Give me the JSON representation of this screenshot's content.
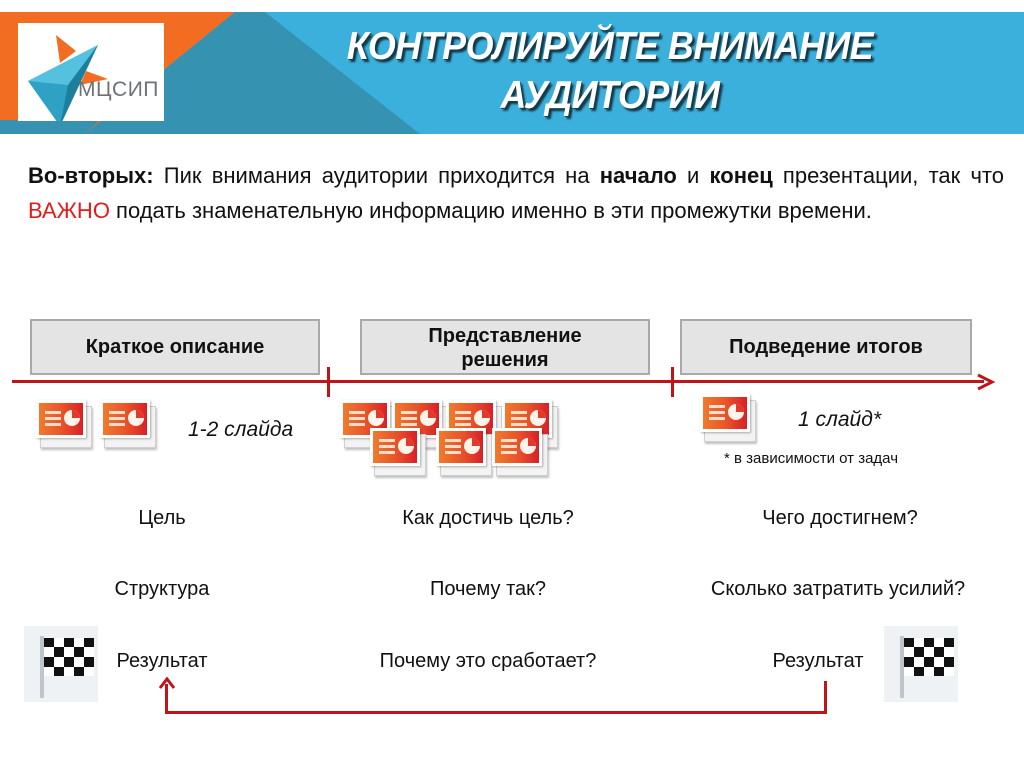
{
  "header": {
    "logo_text": "МЦСИП",
    "title_line1": "КОНТРОЛИРУЙТЕ ВНИМАНИЕ",
    "title_line2": "АУДИТОРИИ",
    "colors": {
      "orange": "#f26c21",
      "blue": "#3bb0dc",
      "dark_blue": "#3592b1"
    }
  },
  "intro": {
    "lead": "Во-вторых:",
    "part1": " Пик внимания аудитории приходится на ",
    "bold1": "начало",
    "part2": " и ",
    "bold2": "конец",
    "part3": " презентации, так что ",
    "highlight": "ВАЖНО",
    "part4": " подать знаменательную информацию именно в эти промежутки времени.",
    "highlight_color": "#e31b1b"
  },
  "stages": [
    {
      "label": "Краткое описание",
      "slides_note": "1-2 слайда",
      "slide_count": 2,
      "items": [
        "Цель",
        "Структура",
        "Результат"
      ]
    },
    {
      "label": "Представление решения",
      "slides_note": "",
      "slide_count": 7,
      "items": [
        "Как достичь цель?",
        "Почему так?",
        "Почему это сработает?"
      ]
    },
    {
      "label": "Подведение итогов",
      "slides_note": "1 слайд*",
      "slide_count": 1,
      "footnote": "* в зависимости от задач",
      "items": [
        "Чего достигнем?",
        "Сколько затратить усилий?",
        "Результат"
      ]
    }
  ],
  "icons": {
    "slide": "presentation-slide-icon",
    "flag": "checkered-flag-icon",
    "timeline_arrow": "arrow-right-icon",
    "return_arrow": "arrow-up-icon"
  },
  "timeline_color": "#c0141b"
}
